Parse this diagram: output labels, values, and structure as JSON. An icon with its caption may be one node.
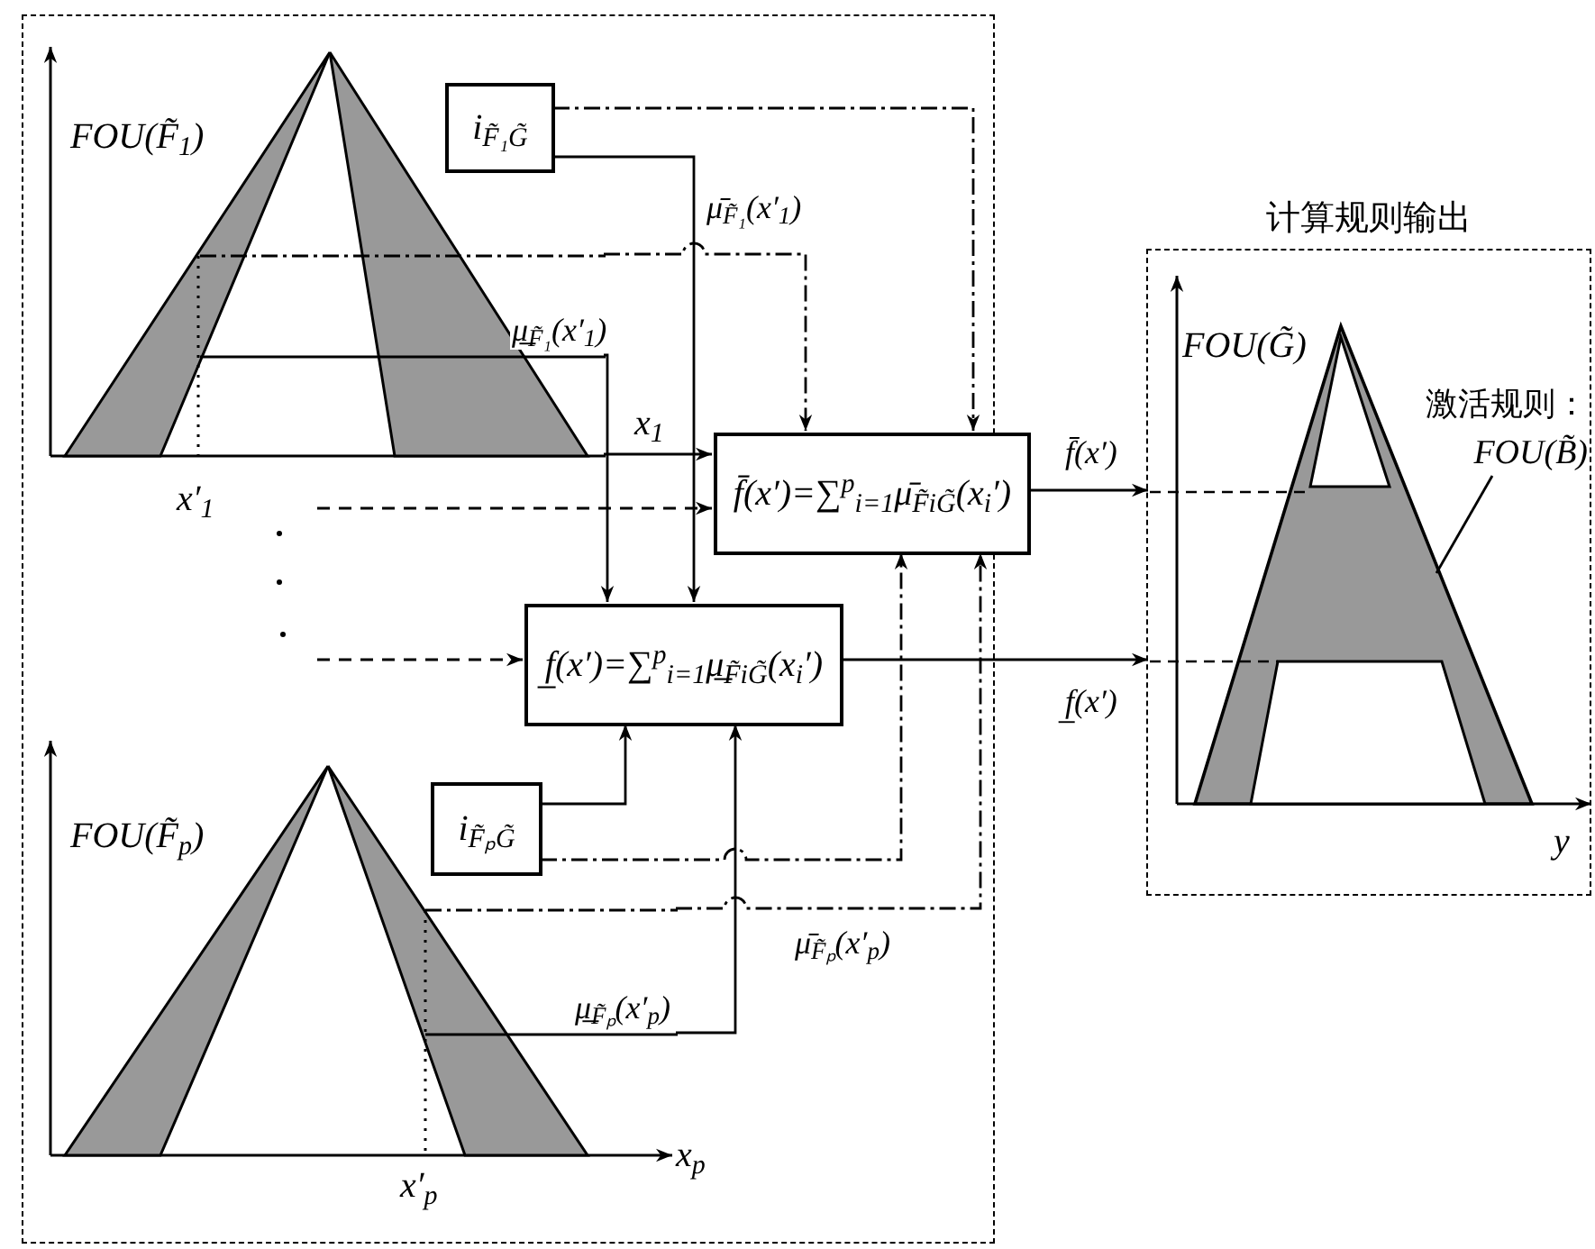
{
  "diagram": {
    "nodes": [
      {
        "text": [],
        "shape": "box"
      },
      {
        "text": [
          "FOU(F̃$_{1}$)"
        ],
        "in": 0
      },
      {
        "text": [
          "i$_{F̃₁G̃}$"
        ],
        "in": 1
      },
      {
        "text": [
          "f̄(x′)=∑$^{p}$$_{i=1}$μ̄$_{F̃iG̃}$(x$_{i}$′)"
        ],
        "in": 0
      },
      {
        "text": [
          "f̲(x′)=∑$^{p}$$_{i=1}$μ̲$_{F̃iG̃}$(x$_{i}$′)"
        ],
        "in": 0
      },
      {
        "text": [
          "i$_{F̃ₚG̃}$"
        ],
        "in": 6
      },
      {
        "text": [
          "FOU(F̃$_{p}$)"
        ],
        "in": 0
      },
      {
        "text": [
          "计算规则输出"
        ]
      },
      {
        "text": [
          "FOU(G̃)"
        ],
        "in": 7
      },
      {
        "text": [
          "激活规则：",
          "FOU(B̃)"
        ],
        "in": 8
      }
    ],
    "edges": [
      {
        "from": 1,
        "to": 3,
        "arrow": "to"
      },
      {
        "from": null,
        "to": 3,
        "arrow": "to",
        "style": "dashed"
      },
      {
        "from": null,
        "to": 4,
        "arrow": "to",
        "style": "dashed"
      },
      {
        "from": 1,
        "to": 4,
        "arrow": "to",
        "label": "μ̲$_{F̃₁}$(x′$_{1}$)"
      },
      {
        "from": 2,
        "to": 4,
        "arrow": "to"
      },
      {
        "from": 2,
        "to": 3,
        "arrow": "to",
        "style": "dashed"
      },
      {
        "from": 1,
        "to": 3,
        "arrow": "to",
        "style": "dashed",
        "label": "μ̄$_{F̃₁}$(x′$_{1}$)"
      },
      {
        "from": 5,
        "to": 4,
        "arrow": "to"
      },
      {
        "from": 5,
        "to": 3,
        "arrow": "to",
        "style": "dashed"
      },
      {
        "from": 6,
        "to": 3,
        "arrow": "to",
        "style": "dashed",
        "label": "μ̄$_{F̃ₚ}$(x′$_{p}$)"
      },
      {
        "from": 6,
        "to": 4,
        "arrow": "to",
        "label": "μ̲$_{F̃ₚ}$(x′$_{p}$)"
      },
      {
        "from": 3,
        "to": 8,
        "arrow": "to",
        "label": "f̄(x′)"
      },
      {
        "from": 4,
        "to": 8,
        "arrow": "to",
        "label": "f̲(x′)"
      },
      {
        "from": 9,
        "to": null,
        "arrow": "none"
      }
    ],
    "labels": [
      "x$_{1}$",
      "x′$_{1}$",
      "y",
      "x$_{p}$",
      "x′$_{p}$"
    ]
  }
}
